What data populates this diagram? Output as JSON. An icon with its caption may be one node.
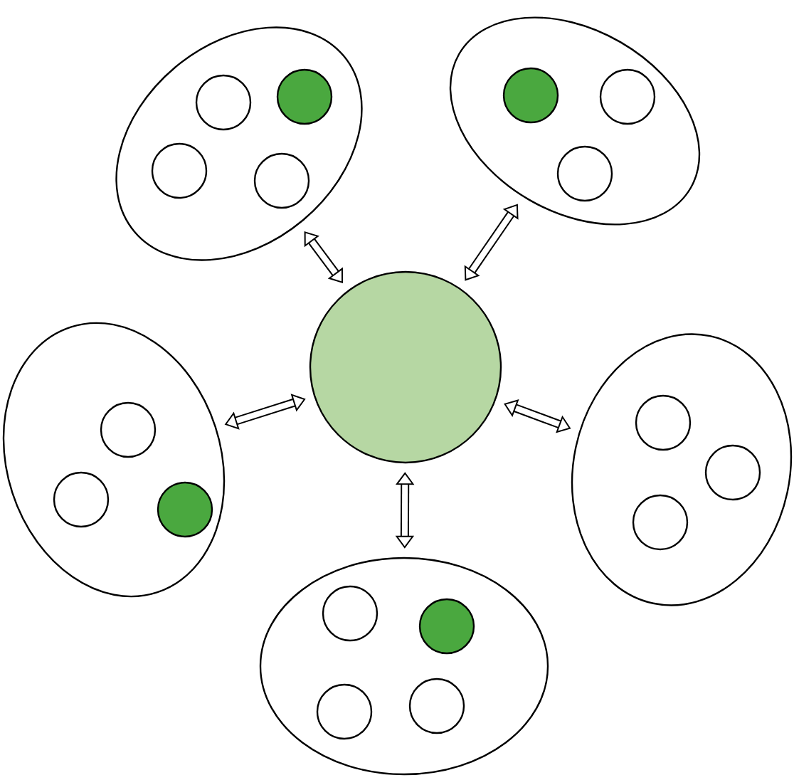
{
  "diagram": {
    "nodes": [
      {
        "text": [],
        "shape": "ellipse"
      },
      {
        "text": [],
        "shape": "circle",
        "in": 0
      },
      {
        "text": [],
        "shape": "circle",
        "in": 0
      },
      {
        "text": [],
        "shape": "circle",
        "in": 0
      },
      {
        "text": [],
        "shape": "circle",
        "in": 0
      },
      {
        "text": [],
        "shape": "ellipse"
      },
      {
        "text": [],
        "shape": "circle",
        "in": 5
      },
      {
        "text": [],
        "shape": "circle",
        "in": 5
      },
      {
        "text": [],
        "shape": "circle",
        "in": 5
      },
      {
        "text": [],
        "shape": "circle"
      },
      {
        "text": [],
        "shape": "ellipse"
      },
      {
        "text": [],
        "shape": "circle",
        "in": 10
      },
      {
        "text": [],
        "shape": "circle",
        "in": 10
      },
      {
        "text": [],
        "shape": "circle",
        "in": 10
      },
      {
        "text": [],
        "shape": "ellipse"
      },
      {
        "text": [],
        "shape": "circle",
        "in": 14
      },
      {
        "text": [],
        "shape": "circle",
        "in": 14
      },
      {
        "text": [],
        "shape": "circle",
        "in": 14
      },
      {
        "text": [],
        "shape": "ellipse"
      },
      {
        "text": [],
        "shape": "circle",
        "in": 18
      },
      {
        "text": [],
        "shape": "circle",
        "in": 18
      },
      {
        "text": [],
        "shape": "circle",
        "in": 18
      },
      {
        "text": [],
        "shape": "circle",
        "in": 18
      }
    ],
    "edges": [
      {
        "from": 9,
        "to": 0,
        "arrow": "both"
      },
      {
        "from": 9,
        "to": 5,
        "arrow": "both"
      },
      {
        "from": 9,
        "to": 10,
        "arrow": "both"
      },
      {
        "from": 9,
        "to": 14,
        "arrow": "both"
      },
      {
        "from": 9,
        "to": 18,
        "arrow": "both"
      }
    ]
  }
}
